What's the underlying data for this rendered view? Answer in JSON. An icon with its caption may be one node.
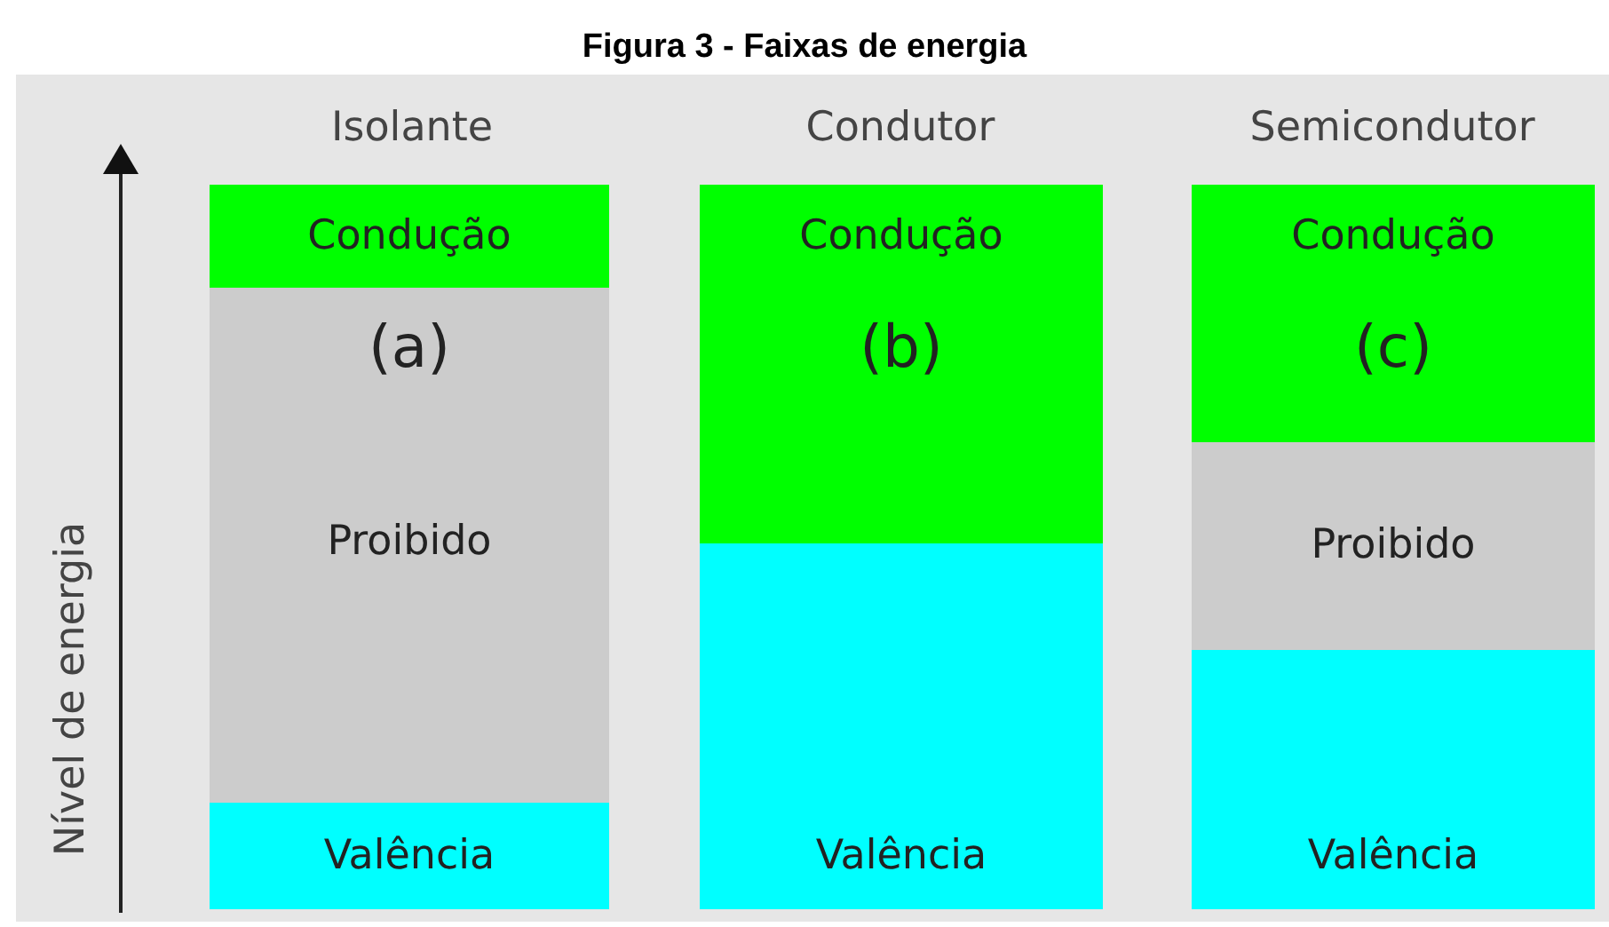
{
  "diagram": {
    "title": "Figura 3 - Faixas de energia",
    "nodes": [
      {
        "text": [
          "Condução"
        ]
      },
      {
        "text": [
          "(a)",
          "Proibido"
        ]
      },
      {
        "text": [
          "Valência"
        ]
      },
      {
        "text": [
          "Condução",
          "(b)"
        ]
      },
      {
        "text": [
          "Valência"
        ]
      },
      {
        "text": [
          "Condução",
          "(c)"
        ]
      },
      {
        "text": [
          "Proibido"
        ]
      },
      {
        "text": [
          "Valência"
        ]
      }
    ],
    "labels": [
      "Isolante",
      "Condutor",
      "Semicondutor",
      "Nível de energia"
    ]
  }
}
